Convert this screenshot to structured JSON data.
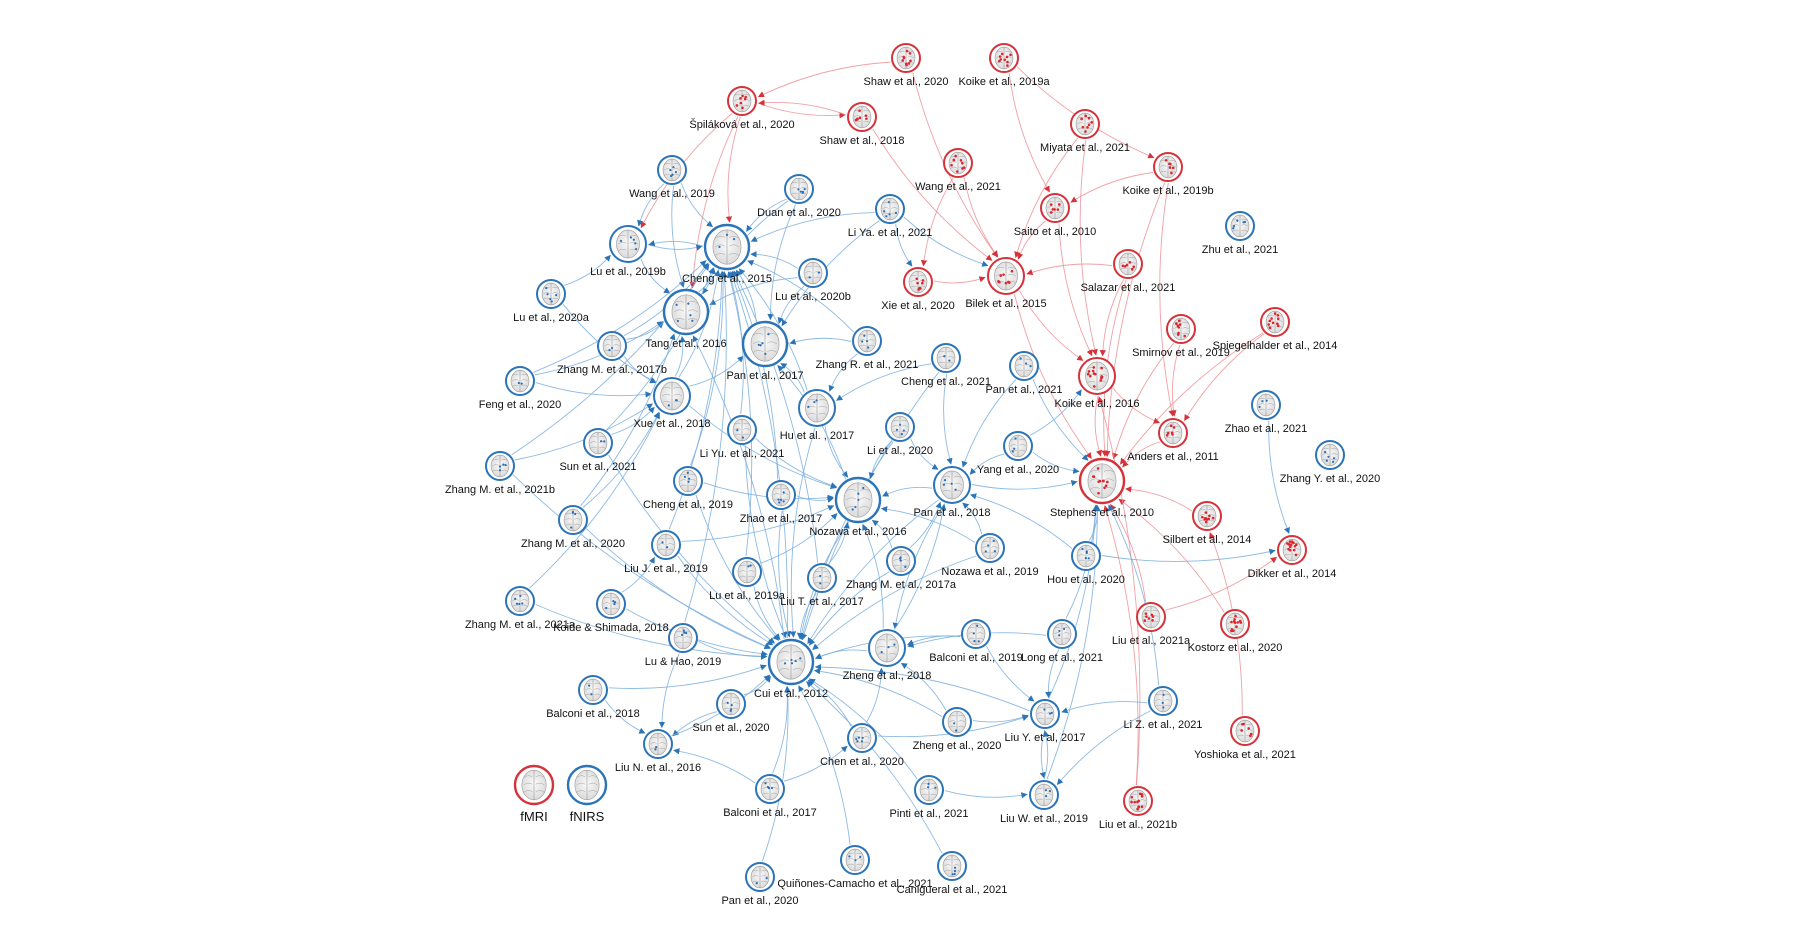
{
  "colors": {
    "fMRI": "#d6323a",
    "fNIRS": "#2b74b8",
    "edge_fMRI": "#ef8f95",
    "edge_fNIRS": "#79aede",
    "brain_fill": "#efefef",
    "brain_line": "#9a9a9a",
    "activation_red": "#e0242d",
    "activation_blue": "#2a6fb8"
  },
  "legend": [
    {
      "label": "fMRI",
      "type": "fMRI"
    },
    {
      "label": "fNIRS",
      "type": "fNIRS"
    }
  ],
  "nodes": [
    {
      "id": "shaw2020",
      "label": "Shaw et al., 2020",
      "type": "fMRI",
      "size": "s"
    },
    {
      "id": "koike2019a",
      "label": "Koike et al., 2019a",
      "type": "fMRI",
      "size": "s"
    },
    {
      "id": "spilakova2020",
      "label": "Špiláková et al., 2020",
      "type": "fMRI",
      "size": "s"
    },
    {
      "id": "shaw2018",
      "label": "Shaw et al., 2018",
      "type": "fMRI",
      "size": "s"
    },
    {
      "id": "miyata2021",
      "label": "Miyata et al., 2021",
      "type": "fMRI",
      "size": "s"
    },
    {
      "id": "wang2021",
      "label": "Wang et al., 2021",
      "type": "fMRI",
      "size": "s"
    },
    {
      "id": "koike2019b",
      "label": "Koike et al., 2019b",
      "type": "fMRI",
      "size": "s"
    },
    {
      "id": "wang2019",
      "label": "Wang et al., 2019",
      "type": "fNIRS",
      "size": "s"
    },
    {
      "id": "duan2020",
      "label": "Duan et al., 2020",
      "type": "fNIRS",
      "size": "s"
    },
    {
      "id": "liya2021",
      "label": "Li Ya. et al., 2021",
      "type": "fNIRS",
      "size": "s"
    },
    {
      "id": "saito2010",
      "label": "Saito et al., 2010",
      "type": "fMRI",
      "size": "s"
    },
    {
      "id": "zhu2021",
      "label": "Zhu et al., 2021",
      "type": "fNIRS",
      "size": "s"
    },
    {
      "id": "lu2019b",
      "label": "Lu et al., 2019b",
      "type": "fNIRS",
      "size": "m"
    },
    {
      "id": "cheng2015",
      "label": "Cheng et al., 2015",
      "type": "fNIRS",
      "size": "l"
    },
    {
      "id": "lu2020b",
      "label": "Lu et al., 2020b",
      "type": "fNIRS",
      "size": "s"
    },
    {
      "id": "xie2020",
      "label": "Xie et al., 2020",
      "type": "fMRI",
      "size": "s"
    },
    {
      "id": "bilek2015",
      "label": "Bilek et al., 2015",
      "type": "fMRI",
      "size": "m"
    },
    {
      "id": "salazar2021",
      "label": "Salazar et al., 2021",
      "type": "fMRI",
      "size": "s"
    },
    {
      "id": "lu2020a",
      "label": "Lu et al., 2020a",
      "type": "fNIRS",
      "size": "s"
    },
    {
      "id": "tang2016",
      "label": "Tang et al., 2016",
      "type": "fNIRS",
      "size": "l"
    },
    {
      "id": "smirnov2019",
      "label": "Smirnov et al., 2019",
      "type": "fMRI",
      "size": "s"
    },
    {
      "id": "spiegelhalder2014",
      "label": "Spiegelhalder et al., 2014",
      "type": "fMRI",
      "size": "s"
    },
    {
      "id": "zhangm2017b",
      "label": "Zhang M. et al., 2017b",
      "type": "fNIRS",
      "size": "s"
    },
    {
      "id": "pan2017",
      "label": "Pan et al., 2017",
      "type": "fNIRS",
      "size": "l"
    },
    {
      "id": "zhangr2021",
      "label": "Zhang R. et al., 2021",
      "type": "fNIRS",
      "size": "s"
    },
    {
      "id": "cheng2021",
      "label": "Cheng et al., 2021",
      "type": "fNIRS",
      "size": "s"
    },
    {
      "id": "pan2021",
      "label": "Pan et al., 2021",
      "type": "fNIRS",
      "size": "s"
    },
    {
      "id": "koike2016",
      "label": "Koike et al., 2016",
      "type": "fMRI",
      "size": "m"
    },
    {
      "id": "feng2020",
      "label": "Feng et al., 2020",
      "type": "fNIRS",
      "size": "s"
    },
    {
      "id": "xue2018",
      "label": "Xue et al., 2018",
      "type": "fNIRS",
      "size": "m"
    },
    {
      "id": "hu2017",
      "label": "Hu et al. , 2017",
      "type": "fNIRS",
      "size": "m"
    },
    {
      "id": "zhao2021",
      "label": "Zhao et al., 2021",
      "type": "fNIRS",
      "size": "s"
    },
    {
      "id": "liyu2021",
      "label": "Li Yu. et al., 2021",
      "type": "fNIRS",
      "size": "s"
    },
    {
      "id": "li2020",
      "label": "Li  et al., 2020",
      "type": "fNIRS",
      "size": "s"
    },
    {
      "id": "anders2011",
      "label": "Anders et al., 2011",
      "type": "fMRI",
      "size": "s"
    },
    {
      "id": "sun2021",
      "label": "Sun et al., 2021",
      "type": "fNIRS",
      "size": "s"
    },
    {
      "id": "yang2020",
      "label": "Yang et al., 2020",
      "type": "fNIRS",
      "size": "s"
    },
    {
      "id": "zhangy2020",
      "label": "Zhang Y. et al., 2020",
      "type": "fNIRS",
      "size": "s"
    },
    {
      "id": "zhangm2021b",
      "label": "Zhang M. et al., 2021b",
      "type": "fNIRS",
      "size": "s"
    },
    {
      "id": "cheng2019",
      "label": "Cheng et al., 2019",
      "type": "fNIRS",
      "size": "s"
    },
    {
      "id": "stephens2010",
      "label": "Stephens et al., 2010",
      "type": "fMRI",
      "size": "l"
    },
    {
      "id": "pan2018",
      "label": "Pan et al., 2018",
      "type": "fNIRS",
      "size": "m"
    },
    {
      "id": "zhao2017",
      "label": "Zhao et al., 2017",
      "type": "fNIRS",
      "size": "s"
    },
    {
      "id": "nozawa2016",
      "label": "Nozawa et al., 2016",
      "type": "fNIRS",
      "size": "l"
    },
    {
      "id": "zhangm2020",
      "label": "Zhang M. et al., 2020",
      "type": "fNIRS",
      "size": "s"
    },
    {
      "id": "silbert2014",
      "label": "Silbert et al., 2014",
      "type": "fMRI",
      "size": "s"
    },
    {
      "id": "liuj2019",
      "label": "Liu J. et al., 2019",
      "type": "fNIRS",
      "size": "s"
    },
    {
      "id": "nozawa2019",
      "label": "Nozawa et al., 2019",
      "type": "fNIRS",
      "size": "s"
    },
    {
      "id": "dikker2014",
      "label": "Dikker et al., 2014",
      "type": "fMRI",
      "size": "s"
    },
    {
      "id": "hou2020",
      "label": "Hou et al., 2020",
      "type": "fNIRS",
      "size": "s"
    },
    {
      "id": "lu2019a",
      "label": "Lu et al., 2019a",
      "type": "fNIRS",
      "size": "s"
    },
    {
      "id": "zhangm2017a",
      "label": "Zhang M. et al., 2017a",
      "type": "fNIRS",
      "size": "s"
    },
    {
      "id": "liut2017",
      "label": "Liu T. et al., 2017",
      "type": "fNIRS",
      "size": "s"
    },
    {
      "id": "zhangm2021a",
      "label": "Zhang M. et al., 2021a",
      "type": "fNIRS",
      "size": "s"
    },
    {
      "id": "koide2018",
      "label": "Koide & Shimada, 2018",
      "type": "fNIRS",
      "size": "s"
    },
    {
      "id": "liu2021a",
      "label": "Liu et al., 2021a",
      "type": "fMRI",
      "size": "s"
    },
    {
      "id": "kostorz2020",
      "label": "Kostorz et al., 2020",
      "type": "fMRI",
      "size": "s"
    },
    {
      "id": "luhao2019",
      "label": "Lu & Hao, 2019",
      "type": "fNIRS",
      "size": "s"
    },
    {
      "id": "balconi2019",
      "label": "Balconi et al., 2019",
      "type": "fNIRS",
      "size": "s"
    },
    {
      "id": "long2021",
      "label": "Long et al., 2021",
      "type": "fNIRS",
      "size": "s"
    },
    {
      "id": "zheng2018",
      "label": "Zheng et al., 2018",
      "type": "fNIRS",
      "size": "m"
    },
    {
      "id": "cui2012",
      "label": "Cui et al., 2012",
      "type": "fNIRS",
      "size": "l"
    },
    {
      "id": "balconi2018",
      "label": "Balconi et al., 2018",
      "type": "fNIRS",
      "size": "s"
    },
    {
      "id": "liz2021",
      "label": "Li Z. et al., 2021",
      "type": "fNIRS",
      "size": "s"
    },
    {
      "id": "sun2020",
      "label": "Sun et al., 2020",
      "type": "fNIRS",
      "size": "s"
    },
    {
      "id": "zheng2020",
      "label": "Zheng et al., 2020",
      "type": "fNIRS",
      "size": "s"
    },
    {
      "id": "liuy2017",
      "label": "Liu Y. et al, 2017",
      "type": "fNIRS",
      "size": "s"
    },
    {
      "id": "yoshioka2021",
      "label": "Yoshioka et al., 2021",
      "type": "fMRI",
      "size": "s"
    },
    {
      "id": "liun2016",
      "label": "Liu N. et al., 2016",
      "type": "fNIRS",
      "size": "s"
    },
    {
      "id": "chen2020",
      "label": "Chen et al., 2020",
      "type": "fNIRS",
      "size": "s"
    },
    {
      "id": "balconi2017",
      "label": "Balconi et al., 2017",
      "type": "fNIRS",
      "size": "s"
    },
    {
      "id": "pinti2021",
      "label": "Pinti et al., 2021",
      "type": "fNIRS",
      "size": "s"
    },
    {
      "id": "liuw2019",
      "label": "Liu W. et al., 2019",
      "type": "fNIRS",
      "size": "s"
    },
    {
      "id": "liu2021b",
      "label": "Liu et al., 2021b",
      "type": "fMRI",
      "size": "s"
    },
    {
      "id": "quinones2021",
      "label": "Quiñones-Camacho et al., 2021",
      "type": "fNIRS",
      "size": "s"
    },
    {
      "id": "canigueral2021",
      "label": "Canigueral et al., 2021",
      "type": "fNIRS",
      "size": "s"
    },
    {
      "id": "pan2020",
      "label": "Pan et al., 2020",
      "type": "fNIRS",
      "size": "s"
    }
  ],
  "edges": [
    [
      "shaw2020",
      "spilakova2020"
    ],
    [
      "spilakova2020",
      "shaw2018"
    ],
    [
      "shaw2018",
      "spilakova2020"
    ],
    [
      "spilakova2020",
      "cheng2015"
    ],
    [
      "spilakova2020",
      "lu2019b"
    ],
    [
      "spilakova2020",
      "tang2016"
    ],
    [
      "shaw2020",
      "bilek2015"
    ],
    [
      "koike2019a",
      "koike2019b"
    ],
    [
      "koike2019a",
      "saito2010"
    ],
    [
      "miyata2021",
      "koike2016"
    ],
    [
      "miyata2021",
      "bilek2015"
    ],
    [
      "koike2019b",
      "saito2010"
    ],
    [
      "koike2019b",
      "stephens2010"
    ],
    [
      "koike2019b",
      "anders2011"
    ],
    [
      "shaw2018",
      "bilek2015"
    ],
    [
      "wang2021",
      "bilek2015"
    ],
    [
      "wang2021",
      "xie2020"
    ],
    [
      "saito2010",
      "bilek2015"
    ],
    [
      "saito2010",
      "koike2016"
    ],
    [
      "salazar2021",
      "koike2016"
    ],
    [
      "salazar2021",
      "stephens2010"
    ],
    [
      "salazar2021",
      "bilek2015"
    ],
    [
      "smirnov2019",
      "anders2011"
    ],
    [
      "smirnov2019",
      "stephens2010"
    ],
    [
      "spiegelhalder2014",
      "stephens2010"
    ],
    [
      "spiegelhalder2014",
      "anders2011"
    ],
    [
      "zhao2021",
      "dikker2014"
    ],
    [
      "koike2016",
      "stephens2010"
    ],
    [
      "koike2016",
      "anders2011"
    ],
    [
      "anders2011",
      "stephens2010"
    ],
    [
      "silbert2014",
      "stephens2010"
    ],
    [
      "liu2021a",
      "stephens2010"
    ],
    [
      "liu2021a",
      "dikker2014"
    ],
    [
      "kostorz2020",
      "stephens2010"
    ],
    [
      "liu2021b",
      "stephens2010"
    ],
    [
      "liu2021b",
      "koike2016"
    ],
    [
      "xie2020",
      "bilek2015"
    ],
    [
      "bilek2015",
      "koike2016"
    ],
    [
      "bilek2015",
      "stephens2010"
    ],
    [
      "yoshioka2021",
      "silbert2014"
    ],
    [
      "liuy2017",
      "stephens2010"
    ],
    [
      "liuw2019",
      "stephens2010"
    ],
    [
      "wang2019",
      "cheng2015"
    ],
    [
      "wang2019",
      "lu2019b"
    ],
    [
      "wang2019",
      "tang2016"
    ],
    [
      "duan2020",
      "cheng2015"
    ],
    [
      "duan2020",
      "pan2017"
    ],
    [
      "duan2020",
      "tang2016"
    ],
    [
      "liya2021",
      "cheng2015"
    ],
    [
      "liya2021",
      "pan2017"
    ],
    [
      "liya2021",
      "xie2020"
    ],
    [
      "liya2021",
      "bilek2015"
    ],
    [
      "lu2020b",
      "cheng2015"
    ],
    [
      "lu2020b",
      "pan2017"
    ],
    [
      "lu2020b",
      "tang2016"
    ],
    [
      "lu2019b",
      "cheng2015"
    ],
    [
      "lu2019b",
      "tang2016"
    ],
    [
      "lu2020a",
      "lu2019b"
    ],
    [
      "lu2020a",
      "xue2018"
    ],
    [
      "zhangm2017b",
      "tang2016"
    ],
    [
      "zhangm2017b",
      "cheng2015"
    ],
    [
      "zhangm2017b",
      "xue2018"
    ],
    [
      "feng2020",
      "xue2018"
    ],
    [
      "feng2020",
      "tang2016"
    ],
    [
      "feng2020",
      "cheng2015"
    ],
    [
      "xue2018",
      "cheng2015"
    ],
    [
      "xue2018",
      "tang2016"
    ],
    [
      "xue2018",
      "pan2017"
    ],
    [
      "xue2018",
      "nozawa2016"
    ],
    [
      "hu2017",
      "pan2017"
    ],
    [
      "hu2017",
      "cheng2015"
    ],
    [
      "hu2017",
      "nozawa2016"
    ],
    [
      "hu2017",
      "cui2012"
    ],
    [
      "zhangr2021",
      "pan2017"
    ],
    [
      "zhangr2021",
      "hu2017"
    ],
    [
      "zhangr2021",
      "cheng2015"
    ],
    [
      "cheng2021",
      "pan2018"
    ],
    [
      "cheng2021",
      "hu2017"
    ],
    [
      "cheng2021",
      "cui2012"
    ],
    [
      "pan2021",
      "pan2018"
    ],
    [
      "pan2021",
      "stephens2010"
    ],
    [
      "liyu2021",
      "nozawa2016"
    ],
    [
      "liyu2021",
      "cui2012"
    ],
    [
      "liyu2021",
      "cheng2015"
    ],
    [
      "li2020",
      "pan2018"
    ],
    [
      "li2020",
      "cui2012"
    ],
    [
      "li2020",
      "nozawa2016"
    ],
    [
      "sun2021",
      "xue2018"
    ],
    [
      "sun2021",
      "cui2012"
    ],
    [
      "sun2021",
      "cheng2015"
    ],
    [
      "yang2020",
      "pan2018"
    ],
    [
      "yang2020",
      "stephens2010"
    ],
    [
      "yang2020",
      "koike2016"
    ],
    [
      "zhangm2021b",
      "cheng2015"
    ],
    [
      "zhangm2021b",
      "xue2018"
    ],
    [
      "zhangm2021b",
      "cui2012"
    ],
    [
      "cheng2019",
      "cheng2015"
    ],
    [
      "cheng2019",
      "nozawa2016"
    ],
    [
      "cheng2019",
      "cui2012"
    ],
    [
      "pan2018",
      "nozawa2016"
    ],
    [
      "pan2018",
      "cui2012"
    ],
    [
      "pan2018",
      "stephens2010"
    ],
    [
      "pan2018",
      "zheng2018"
    ],
    [
      "zhao2017",
      "nozawa2016"
    ],
    [
      "zhao2017",
      "cui2012"
    ],
    [
      "zhao2017",
      "cheng2015"
    ],
    [
      "nozawa2016",
      "cui2012"
    ],
    [
      "nozawa2016",
      "pan2017"
    ],
    [
      "zhangm2020",
      "xue2018"
    ],
    [
      "zhangm2020",
      "cui2012"
    ],
    [
      "zhangm2020",
      "tang2016"
    ],
    [
      "liuj2019",
      "cheng2015"
    ],
    [
      "liuj2019",
      "cui2012"
    ],
    [
      "liuj2019",
      "nozawa2016"
    ],
    [
      "nozawa2019",
      "nozawa2016"
    ],
    [
      "nozawa2019",
      "pan2018"
    ],
    [
      "nozawa2019",
      "cui2012"
    ],
    [
      "hou2020",
      "stephens2010"
    ],
    [
      "hou2020",
      "pan2018"
    ],
    [
      "hou2020",
      "dikker2014"
    ],
    [
      "lu2019a",
      "cui2012"
    ],
    [
      "lu2019a",
      "cheng2015"
    ],
    [
      "lu2019a",
      "nozawa2016"
    ],
    [
      "zhangm2017a",
      "nozawa2016"
    ],
    [
      "zhangm2017a",
      "cui2012"
    ],
    [
      "zhangm2017a",
      "pan2018"
    ],
    [
      "liut2017",
      "cui2012"
    ],
    [
      "liut2017",
      "nozawa2016"
    ],
    [
      "liut2017",
      "cheng2015"
    ],
    [
      "zhangm2021a",
      "cui2012"
    ],
    [
      "zhangm2021a",
      "xue2018"
    ],
    [
      "koide2018",
      "cui2012"
    ],
    [
      "koide2018",
      "liuj2019"
    ],
    [
      "luhao2019",
      "cui2012"
    ],
    [
      "luhao2019",
      "cheng2015"
    ],
    [
      "luhao2019",
      "liun2016"
    ],
    [
      "balconi2019",
      "cui2012"
    ],
    [
      "balconi2019",
      "zheng2018"
    ],
    [
      "balconi2019",
      "liuy2017"
    ],
    [
      "long2021",
      "zheng2018"
    ],
    [
      "long2021",
      "liuy2017"
    ],
    [
      "long2021",
      "stephens2010"
    ],
    [
      "zheng2018",
      "cui2012"
    ],
    [
      "zheng2018",
      "nozawa2016"
    ],
    [
      "zheng2018",
      "pan2018"
    ],
    [
      "balconi2018",
      "liun2016"
    ],
    [
      "balconi2018",
      "cui2012"
    ],
    [
      "liz2021",
      "liuy2017"
    ],
    [
      "liz2021",
      "liuw2019"
    ],
    [
      "liz2021",
      "stephens2010"
    ],
    [
      "sun2020",
      "cui2012"
    ],
    [
      "sun2020",
      "liun2016"
    ],
    [
      "zheng2020",
      "zheng2018"
    ],
    [
      "zheng2020",
      "liuy2017"
    ],
    [
      "zheng2020",
      "cui2012"
    ],
    [
      "liuy2017",
      "liuw2019"
    ],
    [
      "liuy2017",
      "cui2012"
    ],
    [
      "liun2016",
      "cui2012"
    ],
    [
      "chen2020",
      "cui2012"
    ],
    [
      "chen2020",
      "zheng2018"
    ],
    [
      "chen2020",
      "liuy2017"
    ],
    [
      "balconi2017",
      "cui2012"
    ],
    [
      "balconi2017",
      "liun2016"
    ],
    [
      "balconi2017",
      "chen2020"
    ],
    [
      "pinti2021",
      "cui2012"
    ],
    [
      "pinti2021",
      "liuw2019"
    ],
    [
      "quinones2021",
      "cui2012"
    ],
    [
      "canigueral2021",
      "cui2012"
    ],
    [
      "pan2020",
      "cui2012"
    ],
    [
      "liuw2019",
      "liuy2017"
    ],
    [
      "cui2012",
      "cheng2015"
    ],
    [
      "cui2012",
      "tang2016"
    ],
    [
      "pan2017",
      "cheng2015"
    ],
    [
      "tang2016",
      "cheng2015"
    ],
    [
      "cheng2015",
      "lu2019b"
    ]
  ]
}
